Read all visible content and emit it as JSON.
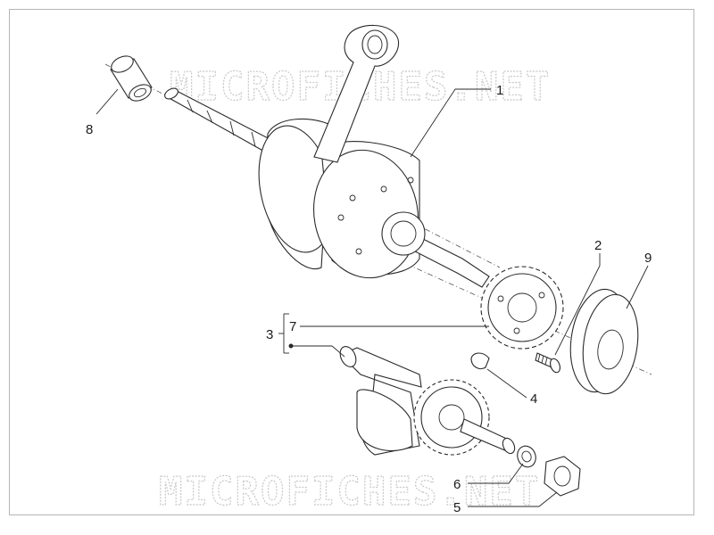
{
  "watermark": {
    "top": "MICROFICHES.NET",
    "bottom": "MICROFICHES.NET"
  },
  "callouts": {
    "p1": "1",
    "p2": "2",
    "p3": "3",
    "p4": "4",
    "p5": "5",
    "p6": "6",
    "p7": "7",
    "p8": "8",
    "p9": "9"
  }
}
